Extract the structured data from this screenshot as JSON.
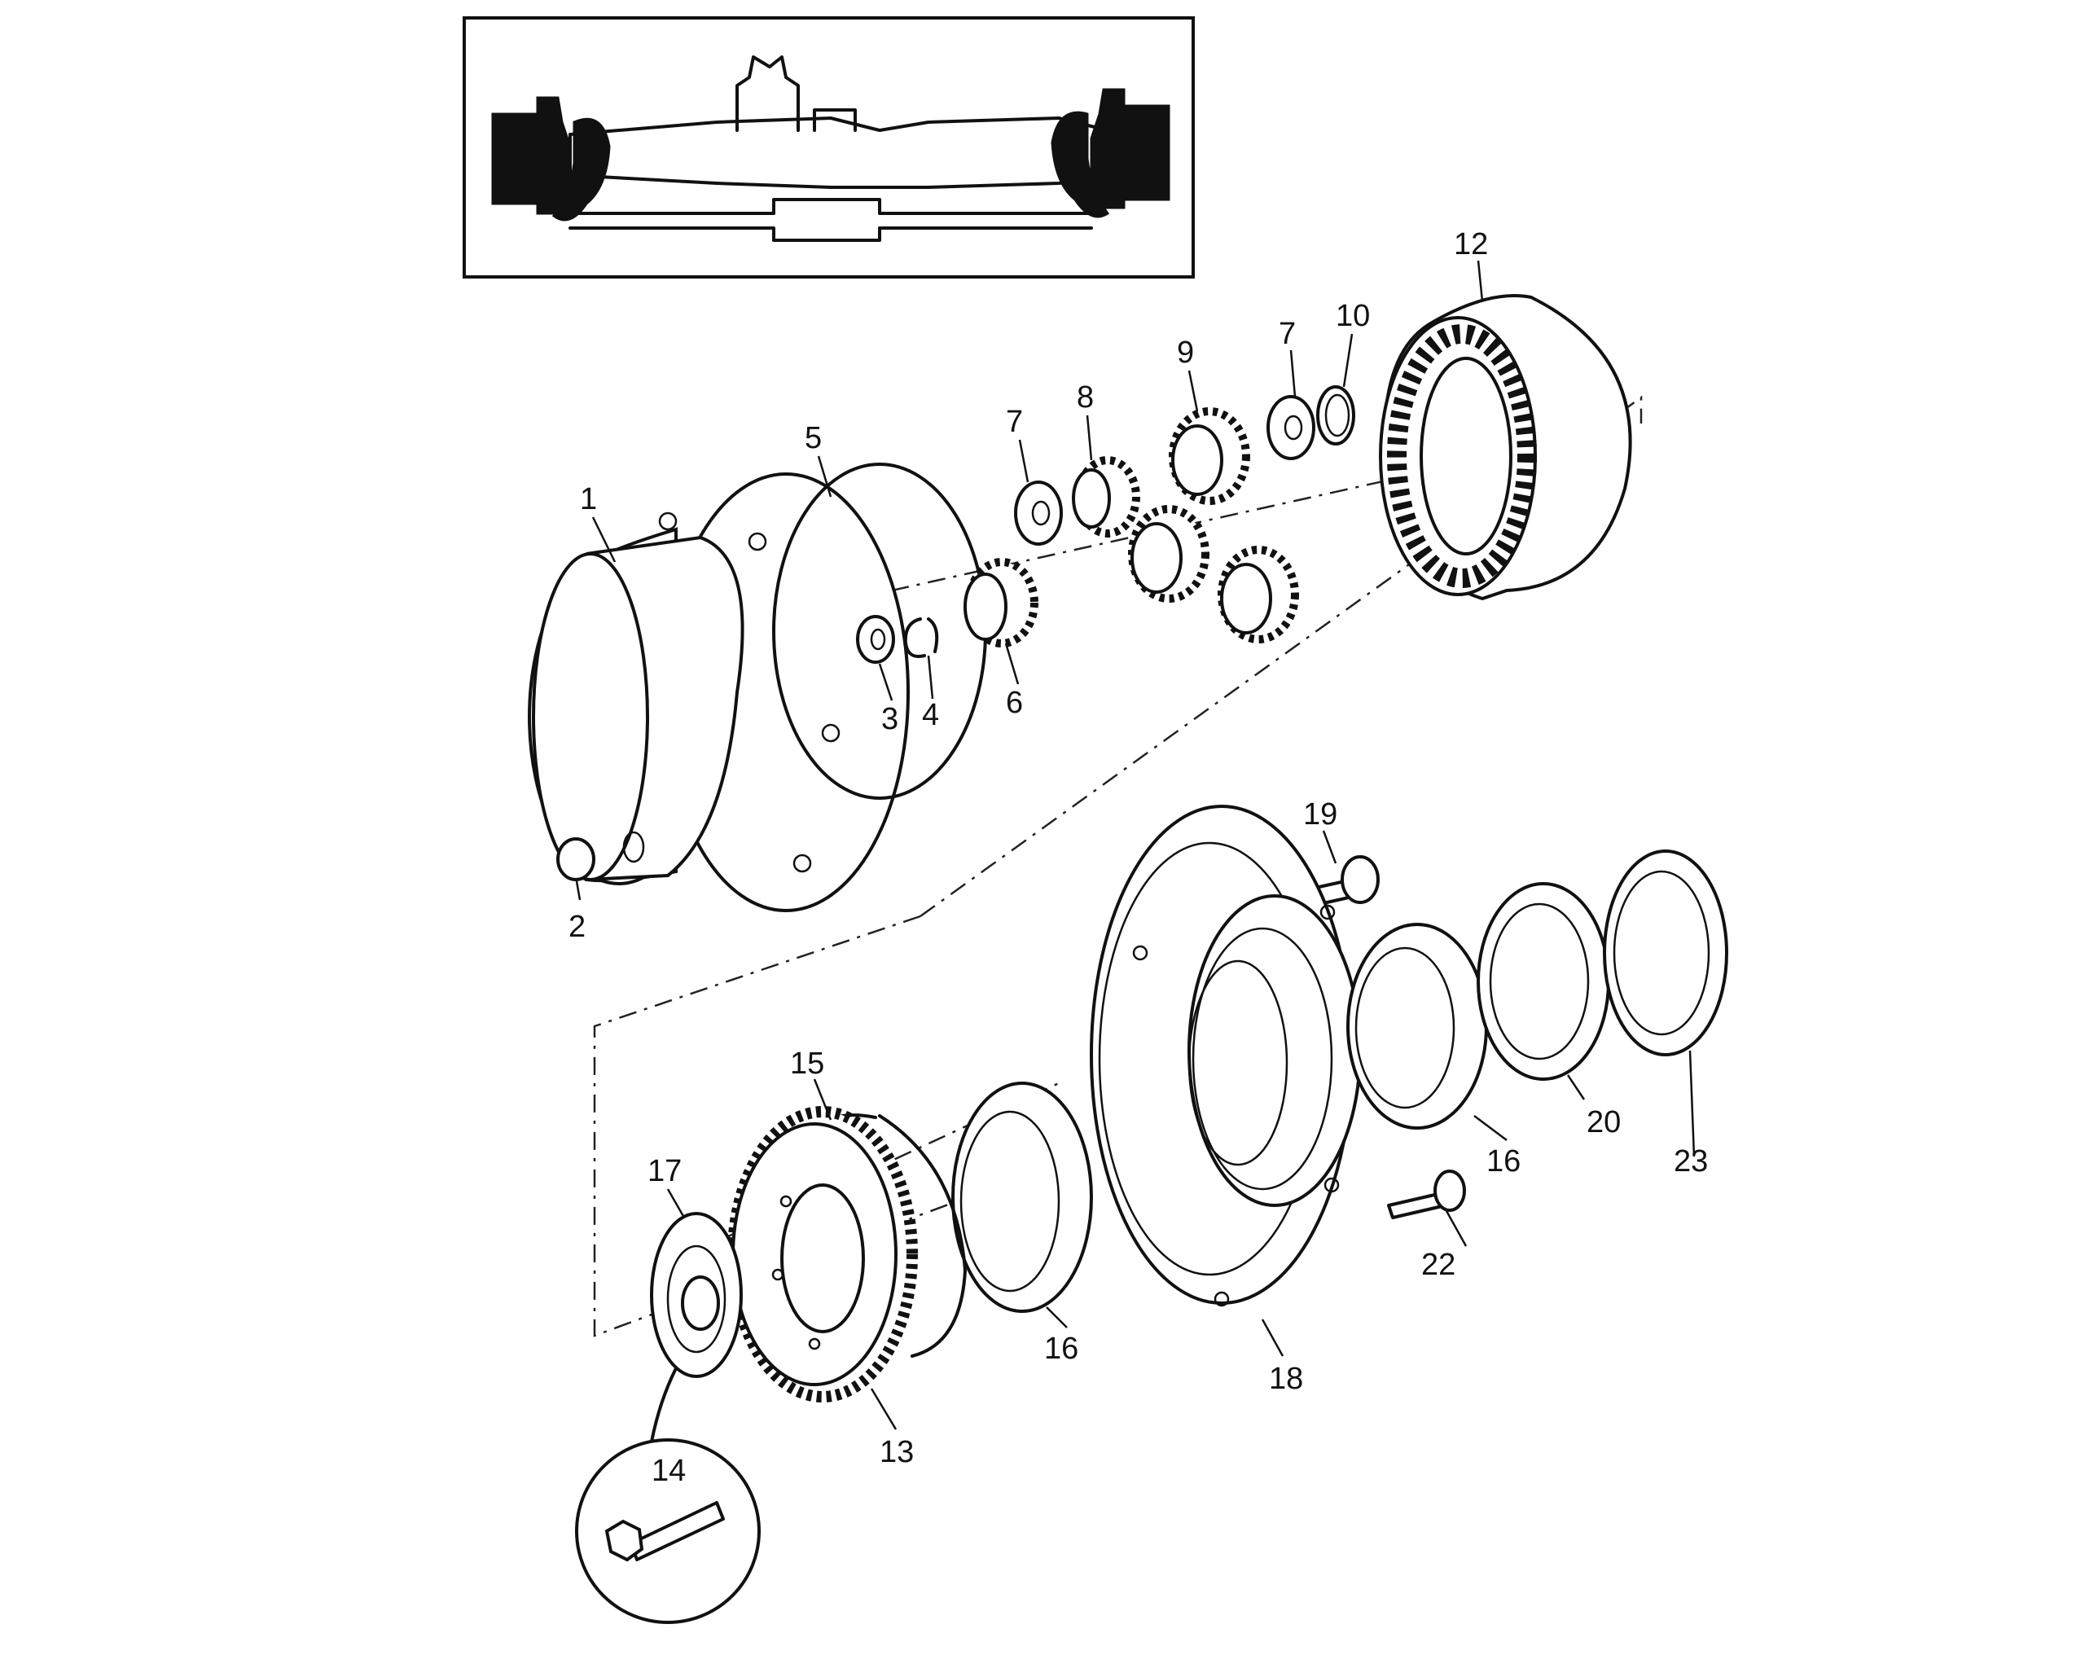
{
  "diagram": {
    "type": "exploded-parts-diagram",
    "callouts": [
      {
        "id": "1",
        "text": "1"
      },
      {
        "id": "2",
        "text": "2"
      },
      {
        "id": "3",
        "text": "3"
      },
      {
        "id": "4",
        "text": "4"
      },
      {
        "id": "5",
        "text": "5"
      },
      {
        "id": "6",
        "text": "6"
      },
      {
        "id": "7a",
        "text": "7"
      },
      {
        "id": "7b",
        "text": "7"
      },
      {
        "id": "8",
        "text": "8"
      },
      {
        "id": "9",
        "text": "9"
      },
      {
        "id": "10",
        "text": "10"
      },
      {
        "id": "12",
        "text": "12"
      },
      {
        "id": "13",
        "text": "13"
      },
      {
        "id": "14",
        "text": "14"
      },
      {
        "id": "15",
        "text": "15"
      },
      {
        "id": "16a",
        "text": "16"
      },
      {
        "id": "16b",
        "text": "16"
      },
      {
        "id": "17",
        "text": "17"
      },
      {
        "id": "18",
        "text": "18"
      },
      {
        "id": "19",
        "text": "19"
      },
      {
        "id": "20",
        "text": "20"
      },
      {
        "id": "22",
        "text": "22"
      },
      {
        "id": "23",
        "text": "23"
      }
    ]
  }
}
